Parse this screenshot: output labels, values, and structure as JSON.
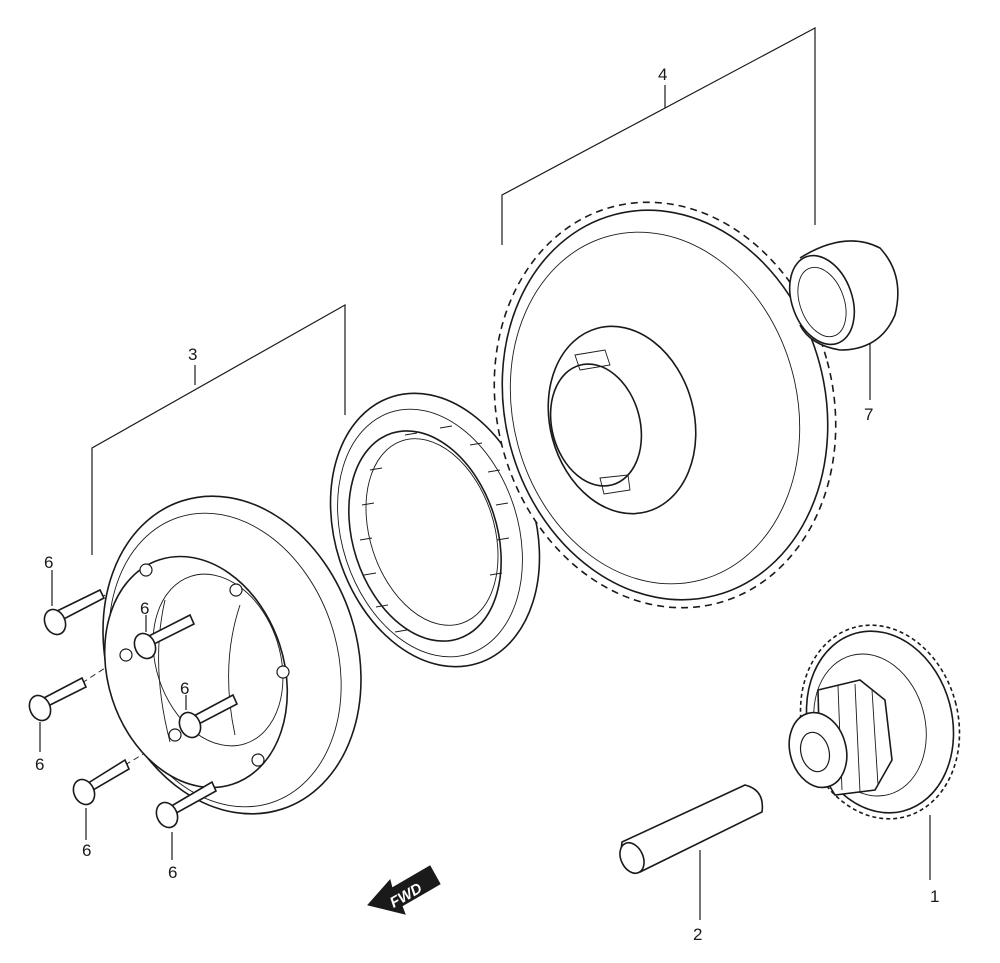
{
  "callouts": {
    "c1": "1",
    "c2": "2",
    "c3": "3",
    "c4": "4",
    "c6a": "6",
    "c6b": "6",
    "c6c": "6",
    "c6d": "6",
    "c6e": "6",
    "c6f": "6",
    "c7": "7"
  },
  "fwd_label": "FWD",
  "colors": {
    "ink": "#1a1a1a",
    "paper": "#ffffff"
  }
}
